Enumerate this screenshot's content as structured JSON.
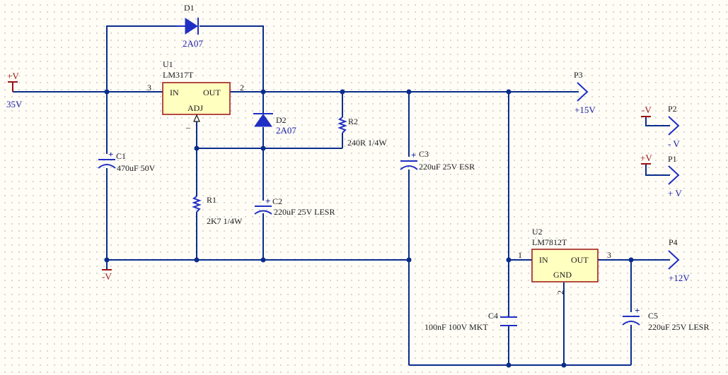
{
  "components": {
    "D1": {
      "designator": "D1",
      "value": "2A07"
    },
    "D2": {
      "designator": "D2",
      "value": "2A07"
    },
    "U1": {
      "designator": "U1",
      "part": "LM317T",
      "pin_in": "IN",
      "pin_out": "OUT",
      "pin_adj": "ADJ",
      "pin_num_in": "3",
      "pin_num_out": "2",
      "adj_mark": "–"
    },
    "U2": {
      "designator": "U2",
      "part": "LM7812T",
      "pin_in": "IN",
      "pin_out": "OUT",
      "pin_gnd": "GND",
      "pin_num_in": "1",
      "pin_num_out": "3",
      "pin_num_gnd": "2"
    },
    "R1": {
      "designator": "R1",
      "value": "2K7 1/4W"
    },
    "R2": {
      "designator": "R2",
      "value": "240R 1/4W"
    },
    "C1": {
      "designator": "C1",
      "value": "470uF 50V"
    },
    "C2": {
      "designator": "C2",
      "value": "220uF 25V LESR"
    },
    "C3": {
      "designator": "C3",
      "value": "220uF 25V ESR"
    },
    "C4": {
      "designator": "C4",
      "value": "100nF 100V MKT"
    },
    "C5": {
      "designator": "C5",
      "value": "220uF 25V LESR"
    }
  },
  "power": {
    "vin_net": "+V",
    "vin_value": "35V",
    "gnd_net": "-V"
  },
  "ports": {
    "P1": {
      "designator": "P1",
      "net": "+V",
      "label": "+ V"
    },
    "P2": {
      "designator": "P2",
      "net": "-V",
      "label": "- V"
    },
    "P3": {
      "designator": "P3",
      "label": "+15V"
    },
    "P4": {
      "designator": "P4",
      "label": "+12V"
    }
  },
  "colors": {
    "wire": "#0a2d8c",
    "component": "#1f2fc4",
    "power_symbol": "#9b1111",
    "ic_body": "#ffffc0",
    "background": "#fffdf6"
  },
  "icons": {
    "diode": "diode-icon",
    "capacitor": "polarized-capacitor-icon",
    "resistor": "resistor-icon",
    "port": "port-arrow-icon",
    "power": "power-port-icon"
  }
}
